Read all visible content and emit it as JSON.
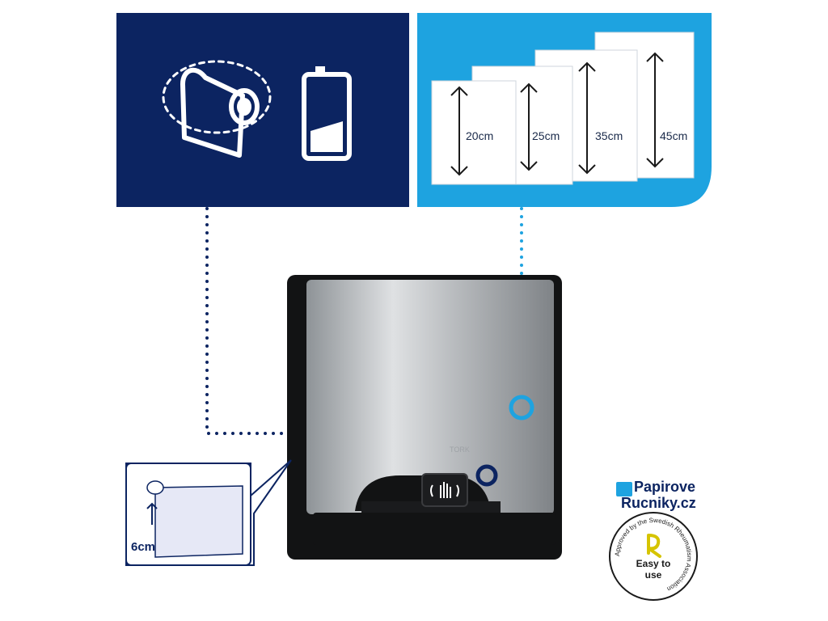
{
  "paper_lengths": [
    {
      "label": "20cm"
    },
    {
      "label": "25cm"
    },
    {
      "label": "35cm"
    },
    {
      "label": "45cm"
    }
  ],
  "callout": {
    "distance_label": "6cm"
  },
  "dispenser": {
    "brand_mark": "TORK"
  },
  "logo": {
    "line1": "Papirove",
    "line2": "Rucniky.cz"
  },
  "seal": {
    "center_text_line1": "Easy to",
    "center_text_line2": "use",
    "ring_text": "Approved by the Swedish Rheumatism Association"
  },
  "colors": {
    "navy": "#0c2461",
    "sky": "#1ea3e0",
    "steel": "#b5b8bc",
    "black": "#121314"
  },
  "icons": [
    "paper-roll-icon",
    "battery-icon",
    "double-arrow-icon",
    "hand-wave-sensor-icon",
    "up-arrow-icon"
  ]
}
